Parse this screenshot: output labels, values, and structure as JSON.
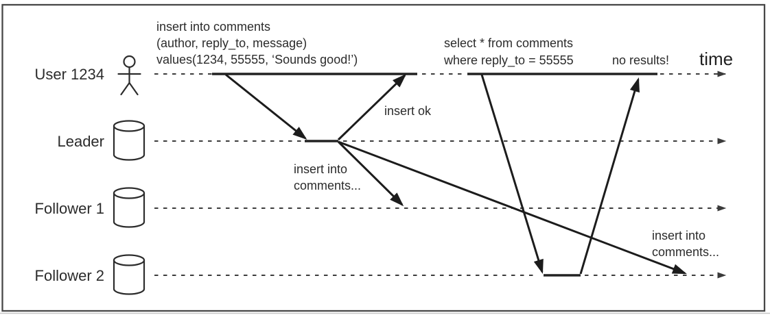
{
  "diagram": {
    "type": "sequence-diagram",
    "actors": [
      {
        "id": "user",
        "label": "User 1234",
        "icon": "person-icon"
      },
      {
        "id": "leader",
        "label": "Leader",
        "icon": "database-cylinder-icon"
      },
      {
        "id": "follower1",
        "label": "Follower 1",
        "icon": "database-cylinder-icon"
      },
      {
        "id": "follower2",
        "label": "Follower 2",
        "icon": "database-cylinder-icon"
      }
    ],
    "annotations": {
      "insert_query_line1": "insert into comments",
      "insert_query_line2": "(author, reply_to, message)",
      "insert_query_line3": "values(1234, 55555, ‘Sounds good!’)",
      "insert_ok": "insert ok",
      "replication_left_line1": "insert into",
      "replication_left_line2": "comments...",
      "select_query_line1": "select * from comments",
      "select_query_line2": "where reply_to = 55555",
      "no_results": "no results!",
      "replication_right_line1": "insert into",
      "replication_right_line2": "comments...",
      "time_axis": "time"
    },
    "messages": [
      {
        "from": "user",
        "to": "leader",
        "label": "insert into comments (author, reply_to, message) values(1234, 55555, ‘Sounds good!’)"
      },
      {
        "from": "leader",
        "to": "user",
        "label": "insert ok"
      },
      {
        "from": "leader",
        "to": "follower1",
        "label": "insert into comments..."
      },
      {
        "from": "leader",
        "to": "follower2",
        "label": "insert into comments..."
      },
      {
        "from": "user",
        "to": "follower2",
        "label": "select * from comments where reply_to = 55555"
      },
      {
        "from": "follower2",
        "to": "user",
        "label": "no results!"
      }
    ],
    "colors": {
      "arrow_line": "#1c1c1c",
      "dashed_timeline": "#3b3b3b",
      "text": "#2b2b2b",
      "border": "#474747",
      "background": "#ffffff"
    }
  }
}
